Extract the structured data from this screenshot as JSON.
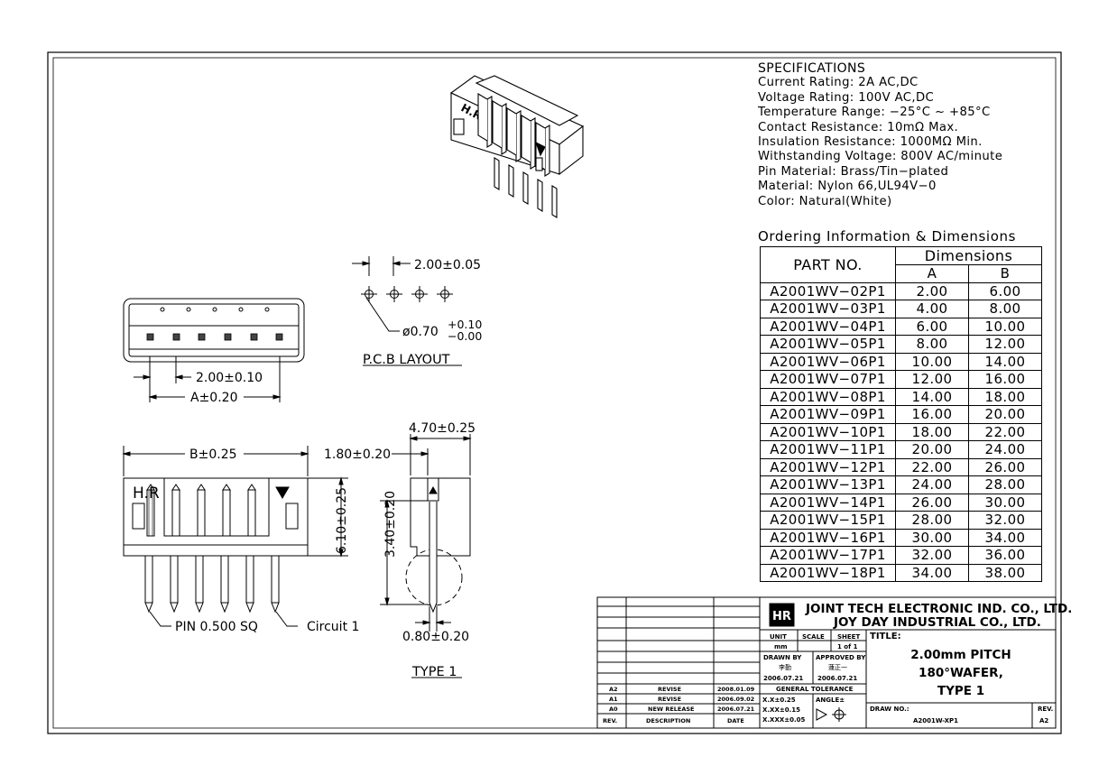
{
  "specifications": {
    "heading": "SPECIFICATIONS",
    "lines": [
      "Current Rating: 2A AC,DC",
      "Voltage Rating: 100V AC,DC",
      "Temperature Range: −25°C ~ +85°C",
      "Contact Resistance: 10mΩ Max.",
      "Insulation Resistance: 1000MΩ Min.",
      "Withstanding Voltage: 800V AC/minute",
      "Pin Material: Brass/Tin−plated",
      "Material: Nylon 66,UL94V−0",
      "Color: Natural(White)"
    ]
  },
  "ordering": {
    "title": "Ordering Information & Dimensions",
    "part_header": "PART NO.",
    "dim_header": "Dimensions",
    "col_a": "A",
    "col_b": "B",
    "rows": [
      [
        "A2001WV−02P1",
        "2.00",
        "6.00"
      ],
      [
        "A2001WV−03P1",
        "4.00",
        "8.00"
      ],
      [
        "A2001WV−04P1",
        "6.00",
        "10.00"
      ],
      [
        "A2001WV−05P1",
        "8.00",
        "12.00"
      ],
      [
        "A2001WV−06P1",
        "10.00",
        "14.00"
      ],
      [
        "A2001WV−07P1",
        "12.00",
        "16.00"
      ],
      [
        "A2001WV−08P1",
        "14.00",
        "18.00"
      ],
      [
        "A2001WV−09P1",
        "16.00",
        "20.00"
      ],
      [
        "A2001WV−10P1",
        "18.00",
        "22.00"
      ],
      [
        "A2001WV−11P1",
        "20.00",
        "24.00"
      ],
      [
        "A2001WV−12P1",
        "22.00",
        "26.00"
      ],
      [
        "A2001WV−13P1",
        "24.00",
        "28.00"
      ],
      [
        "A2001WV−14P1",
        "26.00",
        "30.00"
      ],
      [
        "A2001WV−15P1",
        "28.00",
        "32.00"
      ],
      [
        "A2001WV−16P1",
        "30.00",
        "34.00"
      ],
      [
        "A2001WV−17P1",
        "32.00",
        "36.00"
      ],
      [
        "A2001WV−18P1",
        "34.00",
        "38.00"
      ]
    ]
  },
  "drawing": {
    "pcb_pitch": "2.00±0.05",
    "pcb_hole": "ø0.70",
    "pcb_hole_tol_plus": "+0.10",
    "pcb_hole_tol_minus": "−0.00",
    "pcb_layout_label": "P.C.B  LAYOUT",
    "top_pitch": "2.00±0.10",
    "top_a": "A±0.20",
    "front_b": "B±0.25",
    "front_height": "6.10±0.25",
    "front_hr": "H.R",
    "front_pin": "PIN  0.500  SQ",
    "front_circuit": "Circuit  1",
    "side_width": "4.70±0.25",
    "side_depth": "1.80±0.20",
    "side_height": "3.40±0.20",
    "side_pin": "0.80±0.20",
    "type_label": "TYPE  1",
    "iso_logo": "H.R"
  },
  "title_block": {
    "company1": "JOINT TECH ELECTRONIC IND. CO., LTD.",
    "company2": "JOY DAY INDUSTRIAL CO., LTD.",
    "unit_label": "UNIT",
    "unit_value": "mm",
    "scale_label": "SCALE",
    "sheet_label": "SHEET",
    "sheet_value": "1 of 1",
    "title_label": "TITLE:",
    "title_lines": [
      "2.00mm PITCH",
      "180°WAFER,",
      "TYPE 1"
    ],
    "drawn_by_label": "DRAWN BY",
    "drawn_by_name": "李勤",
    "drawn_by_date": "2006.07.21",
    "approved_by_label": "APPROVED BY",
    "approved_by_name": "蓮正一",
    "approved_by_date": "2006.07.21",
    "general_tolerance": "GENERAL TOLERANCE",
    "tol1": "X.X±0.25",
    "tol2": "X.XX±0.15",
    "tol3": "X.XXX±0.05",
    "angle_label": "ANGLE±",
    "draw_no_label": "DRAW NO.:",
    "draw_no_value": "A2001W-XP1",
    "rev_label": "REV.",
    "rev_value": "A2",
    "revisions": [
      [
        "A2",
        "REVISE",
        "2008.01.09"
      ],
      [
        "A1",
        "REVISE",
        "2006.09.02"
      ],
      [
        "A0",
        "NEW RELEASE",
        "2006.07.21"
      ]
    ],
    "rev_col": "REV.",
    "desc_col": "DESCRIPTION",
    "date_col": "DATE"
  }
}
